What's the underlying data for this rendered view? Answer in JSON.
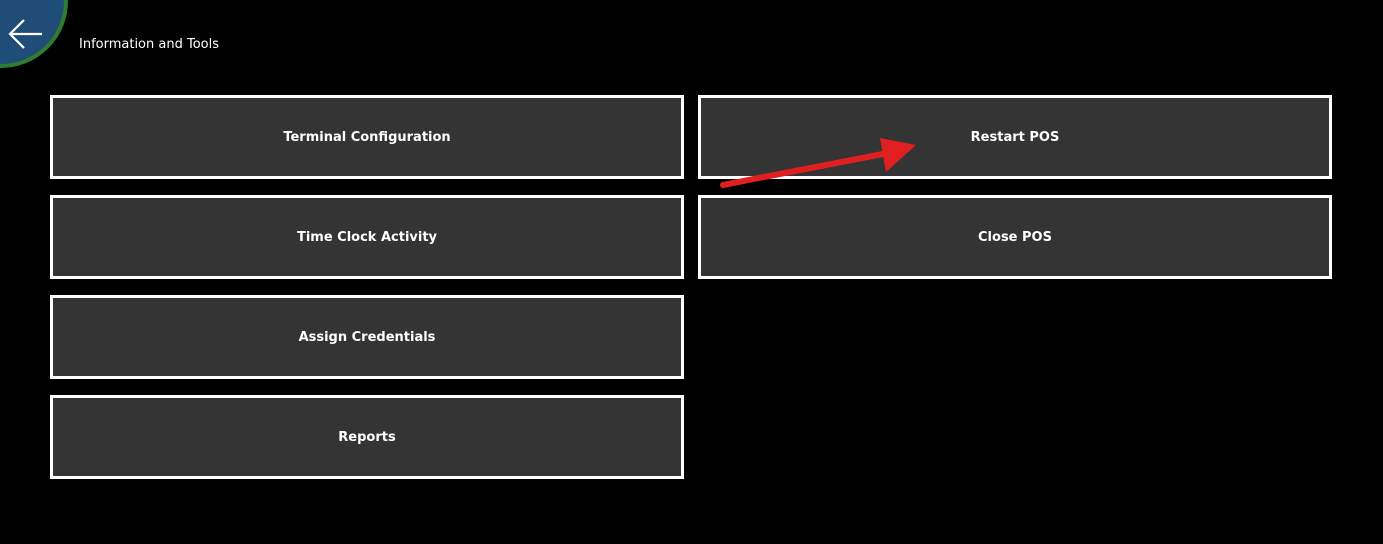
{
  "header": {
    "title": "Information and Tools",
    "back_icon": "arrow-left-icon"
  },
  "tiles": {
    "terminal_configuration": "Terminal Configuration",
    "time_clock_activity": "Time Clock Activity",
    "assign_credentials": "Assign Credentials",
    "reports": "Reports",
    "restart_pos": "Restart POS",
    "close_pos": "Close POS"
  },
  "annotation": {
    "arrow_color": "#e02020",
    "points_to": "restart_pos"
  },
  "colors": {
    "background": "#000000",
    "tile_background": "#343434",
    "tile_border": "#ffffff",
    "back_button": "#1f4d78",
    "back_button_ring": "#2e7d32"
  }
}
